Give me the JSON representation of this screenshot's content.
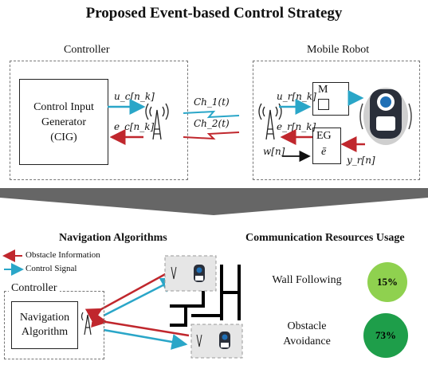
{
  "title": "Proposed Event-based Control Strategy",
  "top": {
    "controller_label": "Controller",
    "robot_label": "Mobile Robot",
    "cig_lines": [
      "Control Input",
      "Generator",
      "(CIG)"
    ],
    "uc": "u_c[n_k]",
    "ec": "e_c[n_k]",
    "ch1": "Ch_1(t)",
    "ch2": "Ch_2(t)",
    "ur": "u_r[n_k]",
    "er": "e_r[n_k]",
    "w": "w[n]",
    "yr": "y_r[n]",
    "m_label": "M",
    "eg_label": "EG",
    "ebar": "ē"
  },
  "bottom": {
    "nav_title": "Navigation Algorithms",
    "comm_title": "Communication Resources Usage",
    "legend_obstacle": "Obstacle Information",
    "legend_control": "Control Signal",
    "controller_label": "Controller",
    "nav_alg_lines": [
      "Navigation",
      "Algorithm"
    ],
    "usage": [
      {
        "label_lines": [
          "Wall Following"
        ],
        "value": "15%",
        "color": "#8fd14f"
      },
      {
        "label_lines": [
          "Obstacle",
          "Avoidance"
        ],
        "value": "73%",
        "color": "#1e9e4a"
      }
    ]
  },
  "colors": {
    "red": "#c0272d",
    "blue": "#2aa6c8",
    "band": "#666666"
  }
}
